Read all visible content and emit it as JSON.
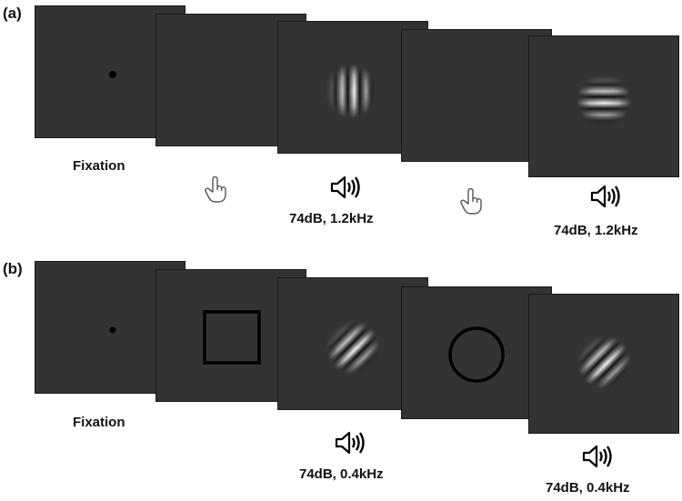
{
  "panels": [
    {
      "label": "(a)",
      "fixation_caption": "Fixation",
      "sound_captions": [
        "74dB, 1.2kHz",
        "74dB, 1.2kHz"
      ]
    },
    {
      "label": "(b)",
      "fixation_caption": "Fixation",
      "sound_captions": [
        "74dB, 0.4kHz",
        "74dB, 0.4kHz"
      ]
    }
  ],
  "icons": {
    "pointer": "hand-pointer-icon",
    "sound": "speaker-sound-icon"
  },
  "colors": {
    "frame_bg": "#333333",
    "frame_border": "#1a1a1a",
    "fixation_dot": "#000000",
    "shape_stroke": "#000000"
  },
  "stimuli": {
    "panel_a": [
      "fixation-dot",
      "hand-pointer",
      "vertical-gabor",
      "hand-pointer",
      "horizontal-gabor"
    ],
    "panel_b": [
      "fixation-dot",
      "square-cue",
      "oblique-gabor",
      "circle-cue",
      "oblique-gabor"
    ]
  }
}
